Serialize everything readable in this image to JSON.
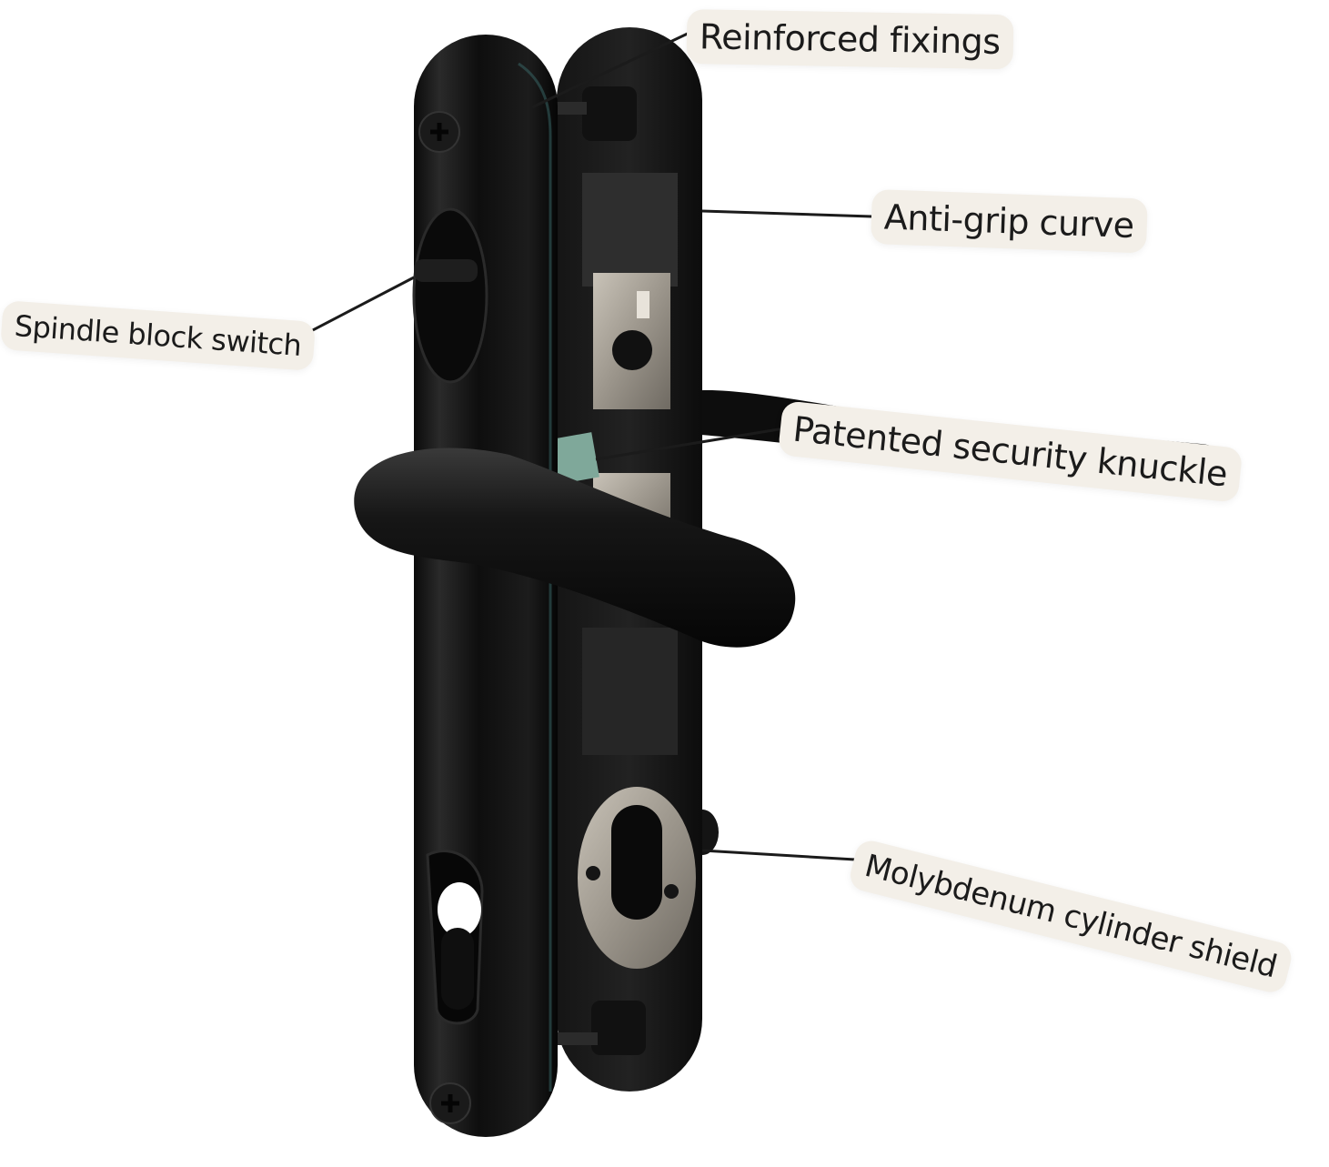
{
  "diagram": {
    "subject": "Black door handle set (lever handle with backplate and cylinder shield)",
    "background_color": "#ffffff",
    "label_background": "#f3efe8",
    "label_text_color": "#1b1b1b",
    "leader_line_color": "#1b1b1b",
    "callouts": [
      {
        "id": "reinforced-fixings",
        "text": "Reinforced fixings"
      },
      {
        "id": "anti-grip-curve",
        "text": "Anti-grip curve"
      },
      {
        "id": "spindle-block-switch",
        "text": "Spindle block switch"
      },
      {
        "id": "patented-security-knuckle",
        "text": "Patented security knuckle"
      },
      {
        "id": "molybdenum-cylinder-shield",
        "text": "Molybdenum cylinder shield"
      }
    ]
  }
}
